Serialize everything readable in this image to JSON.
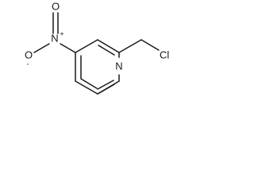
{
  "molecule": {
    "atoms": {
      "nitro_n": "N",
      "nitro_n_charge": "+",
      "nitro_o_top": "O",
      "nitro_o_left": "O",
      "nitro_o_left_charge": "-",
      "ring_n": "N",
      "chlorine": "Cl"
    }
  }
}
